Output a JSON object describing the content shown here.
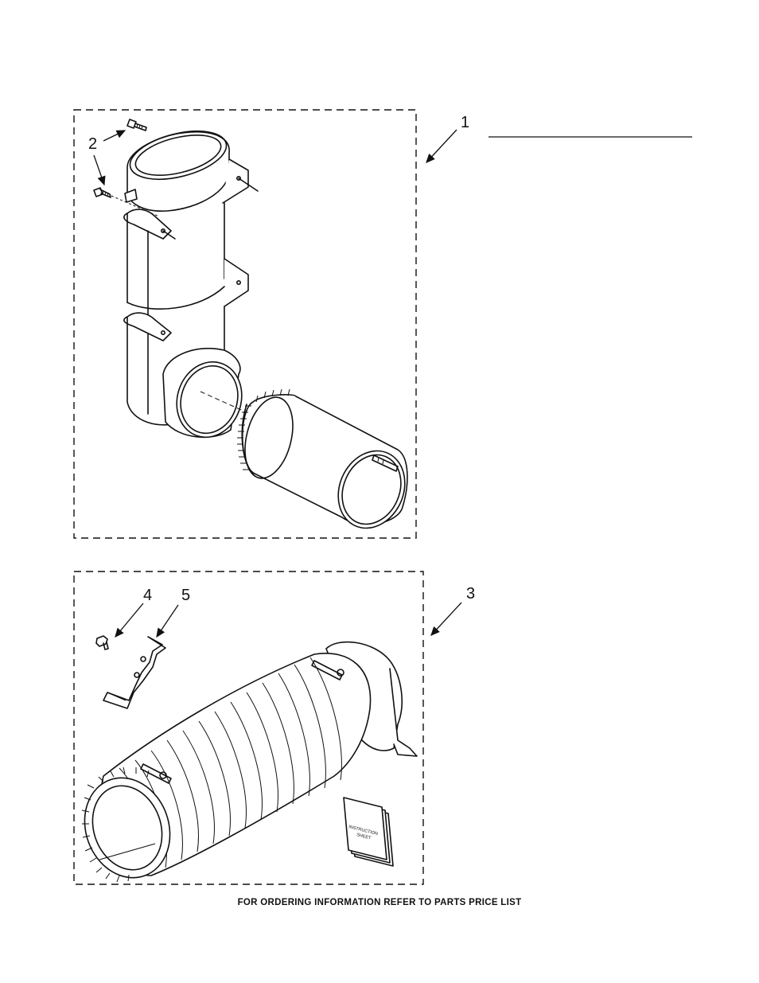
{
  "callouts": {
    "c1": "1",
    "c2": "2",
    "c3": "3",
    "c4": "4",
    "c5": "5"
  },
  "instruction_sheet": {
    "line1": "INSTRUCTION",
    "line2": "SHEET"
  },
  "footer_text": "FOR ORDERING INFORMATION REFER TO PARTS PRICE LIST"
}
